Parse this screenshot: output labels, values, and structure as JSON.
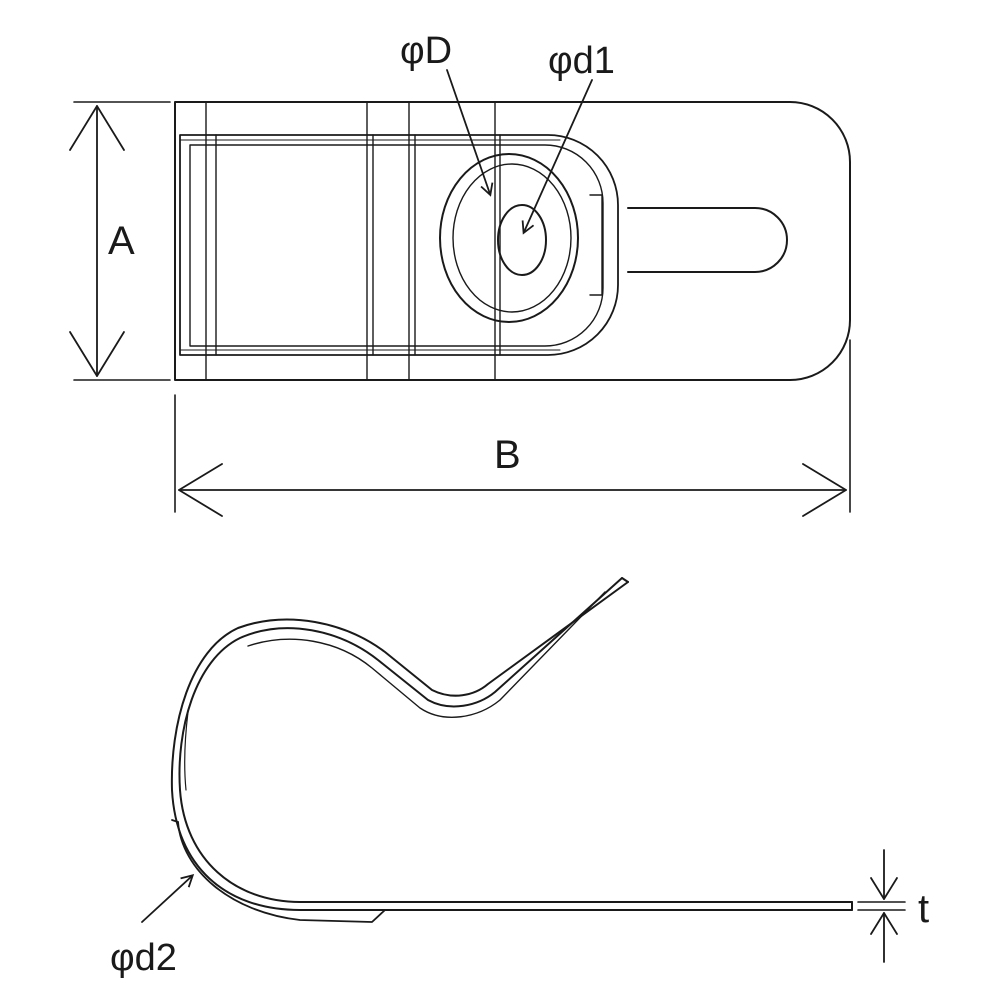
{
  "labels": {
    "phi_D": "φD",
    "phi_d1": "φd1",
    "A": "A",
    "B": "B",
    "phi_d2": "φd2",
    "t": "t"
  },
  "colors": {
    "line": "#1a1a1a",
    "part_fill": "#e3e3e3",
    "background": "#ffffff"
  }
}
